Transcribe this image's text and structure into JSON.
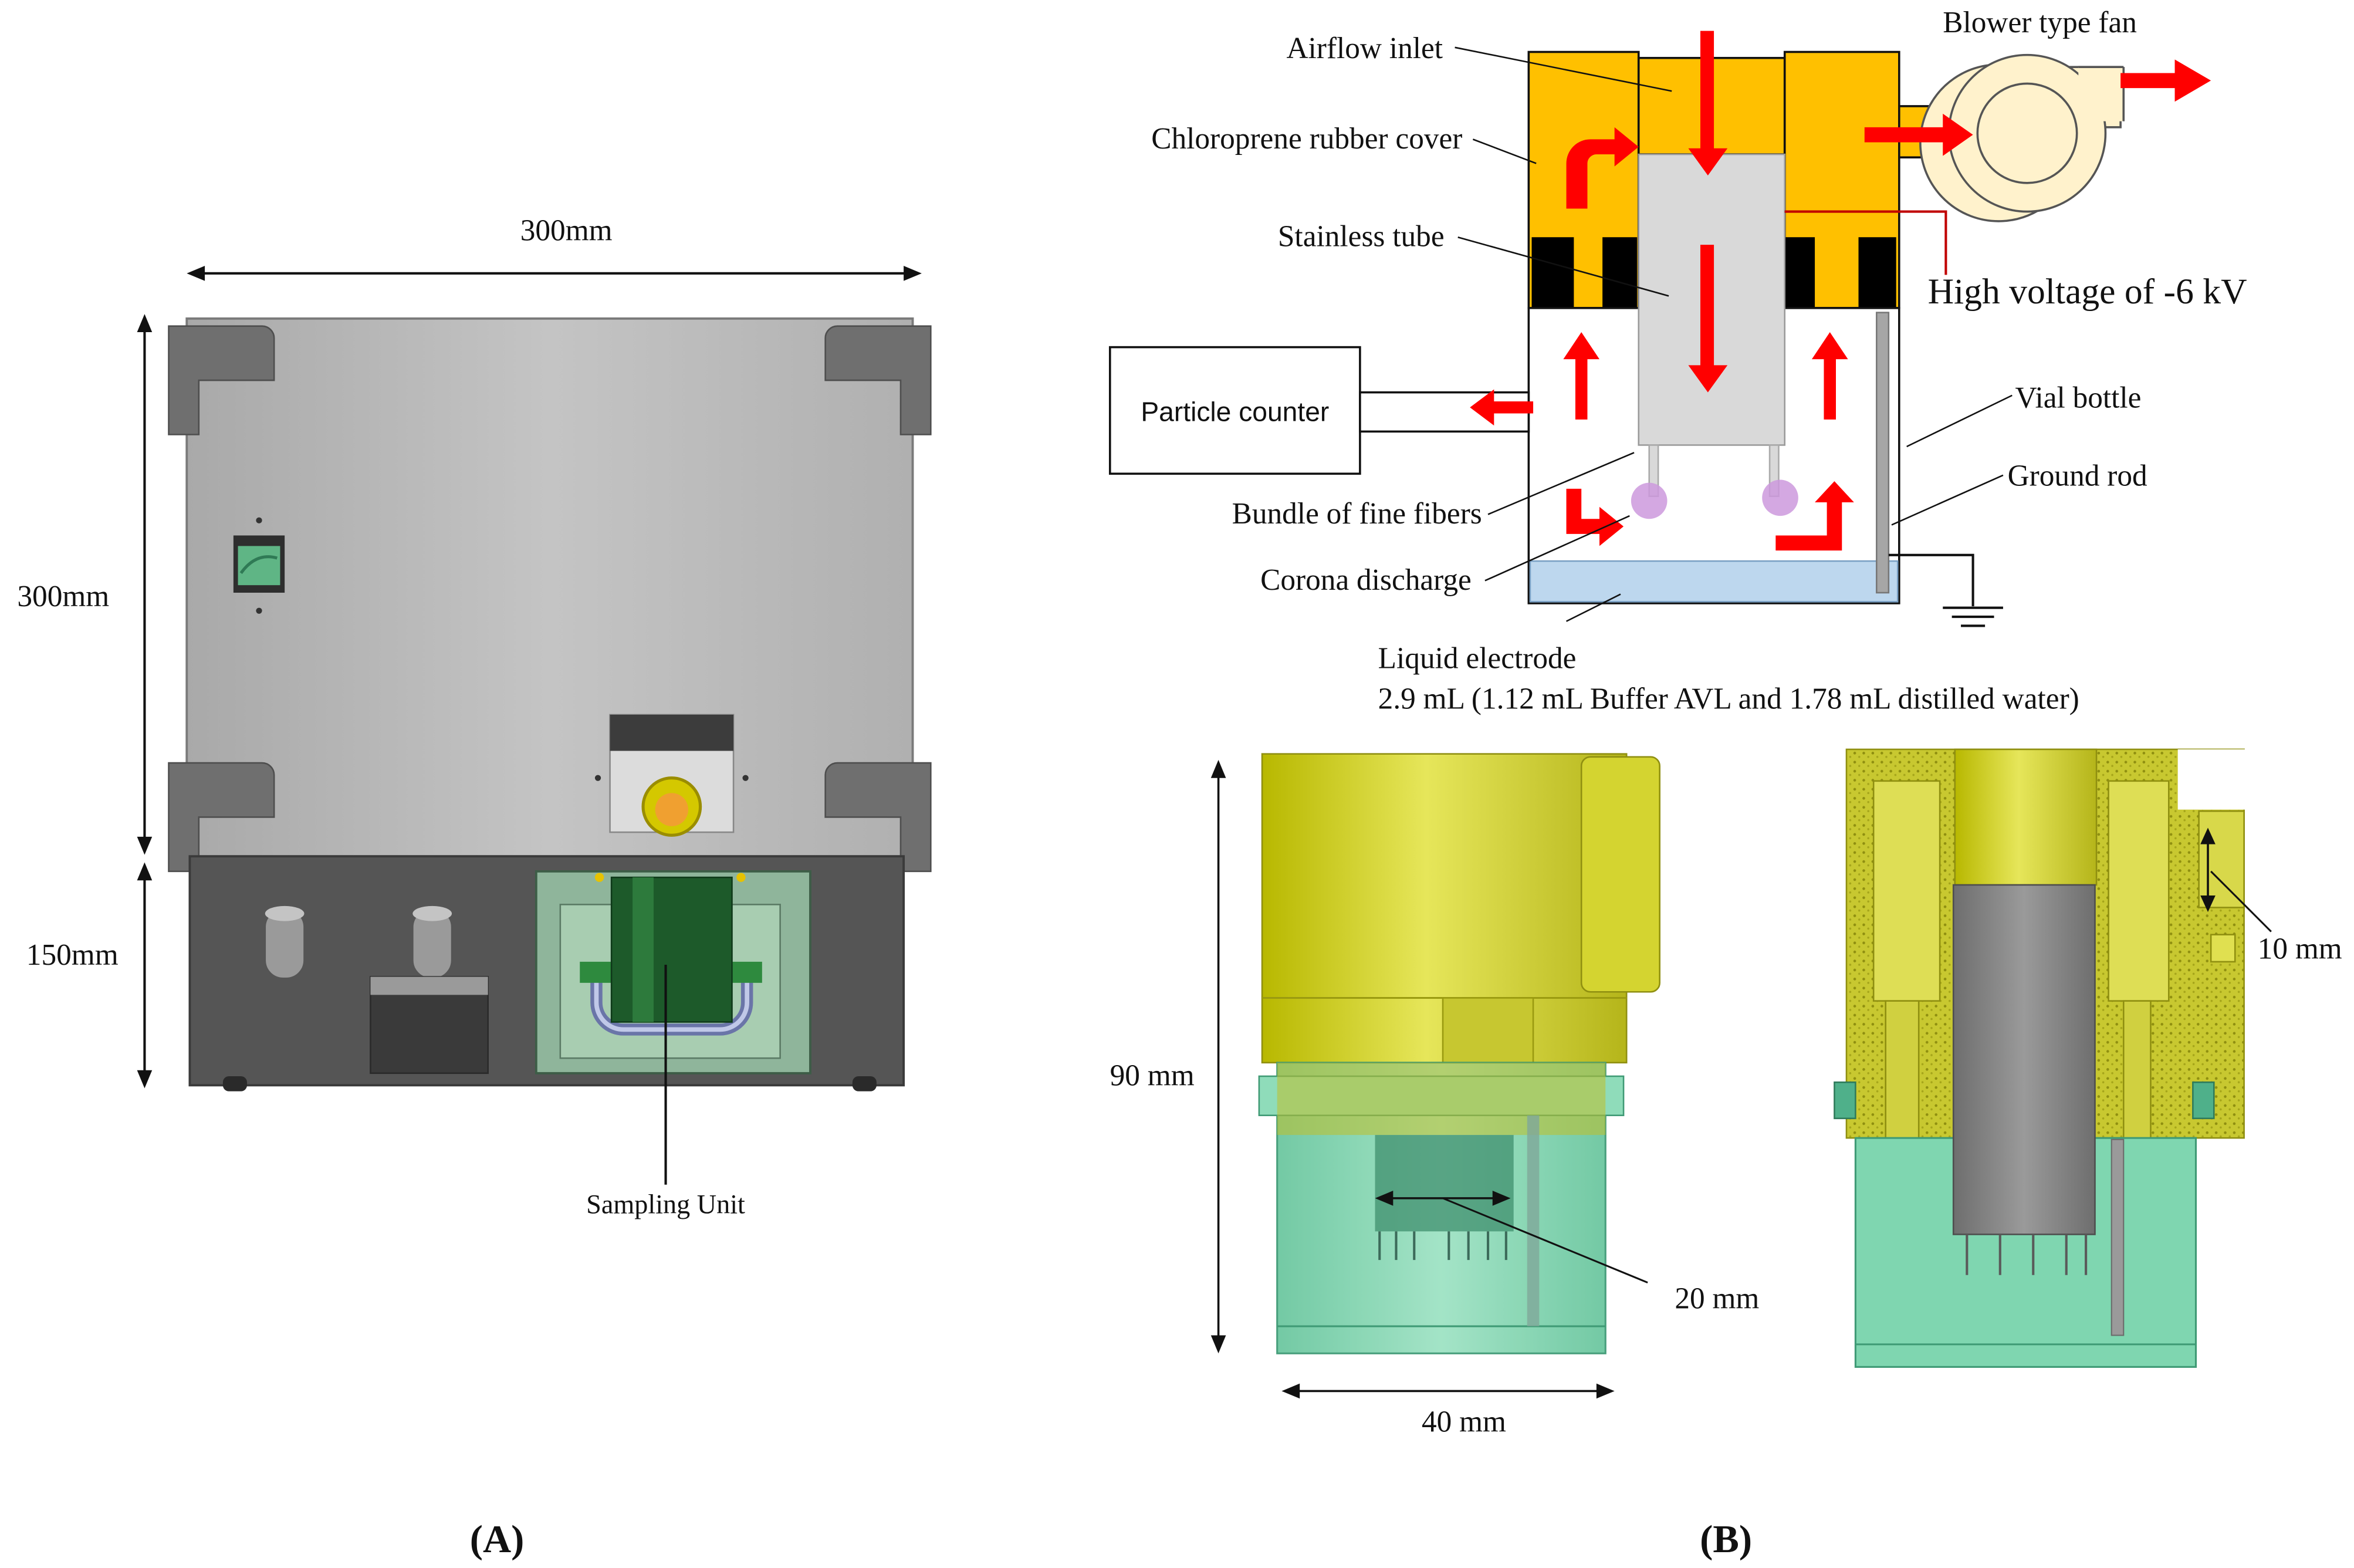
{
  "panel_a": {
    "label": "A",
    "dim_width": "300mm",
    "dim_height_top": "300mm",
    "dim_height_bottom": "150mm",
    "sampling_unit": "Sampling Unit"
  },
  "panel_b": {
    "label": "B",
    "labels": {
      "airflow_inlet": "Airflow inlet",
      "chloroprene_cover": "Chloroprene rubber cover",
      "stainless_tube": "Stainless tube",
      "particle_counter": "Particle counter",
      "bundle_fibers": "Bundle of fine fibers",
      "corona_discharge": "Corona discharge",
      "blower_fan": "Blower type fan",
      "high_voltage": "High voltage of -6 kV",
      "vial_bottle": "Vial bottle",
      "ground_rod": "Ground rod",
      "liquid_electrode": "Liquid electrode",
      "liquid_detail": "2.9 mL (1.12 mL Buffer AVL and 1.78 mL distilled water)"
    },
    "dims": {
      "height": "90 mm",
      "width": "40 mm",
      "inner": "20 mm",
      "offset": "10 mm"
    }
  },
  "colors": {
    "cover_orange": "#FFC000",
    "flow_red": "#FF0000",
    "liquid_blue": "#BDD7EE",
    "fan_cream": "#FFF2CC",
    "discharge_purple": "#CC99DD",
    "model_yellow": "#CFCF2A",
    "model_green": "#7FD6B0",
    "tube_gray": "#8A8A8A",
    "device_gray": "#B8B8B8"
  }
}
